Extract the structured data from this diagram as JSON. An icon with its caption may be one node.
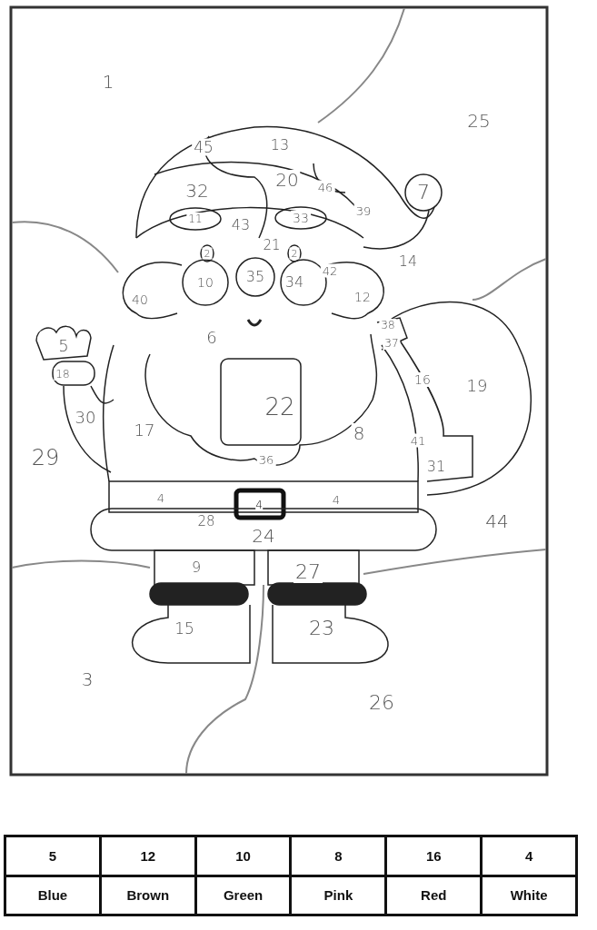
{
  "diagram": {
    "labels": [
      "1",
      "25",
      "45",
      "13",
      "20",
      "32",
      "46",
      "7",
      "39",
      "11",
      "43",
      "33",
      "21",
      "2",
      "2",
      "14",
      "10",
      "35",
      "34",
      "42",
      "40",
      "12",
      "38",
      "5",
      "6",
      "37",
      "18",
      "16",
      "19",
      "22",
      "30",
      "17",
      "8",
      "41",
      "29",
      "36",
      "31",
      "4",
      "4",
      "4",
      "28",
      "44",
      "24",
      "9",
      "27",
      "15",
      "23",
      "3",
      "26",
      "5",
      "12",
      "10",
      "8",
      "16",
      "4",
      "Blue",
      "Brown",
      "Green",
      "Pink",
      "Red",
      "White"
    ]
  }
}
